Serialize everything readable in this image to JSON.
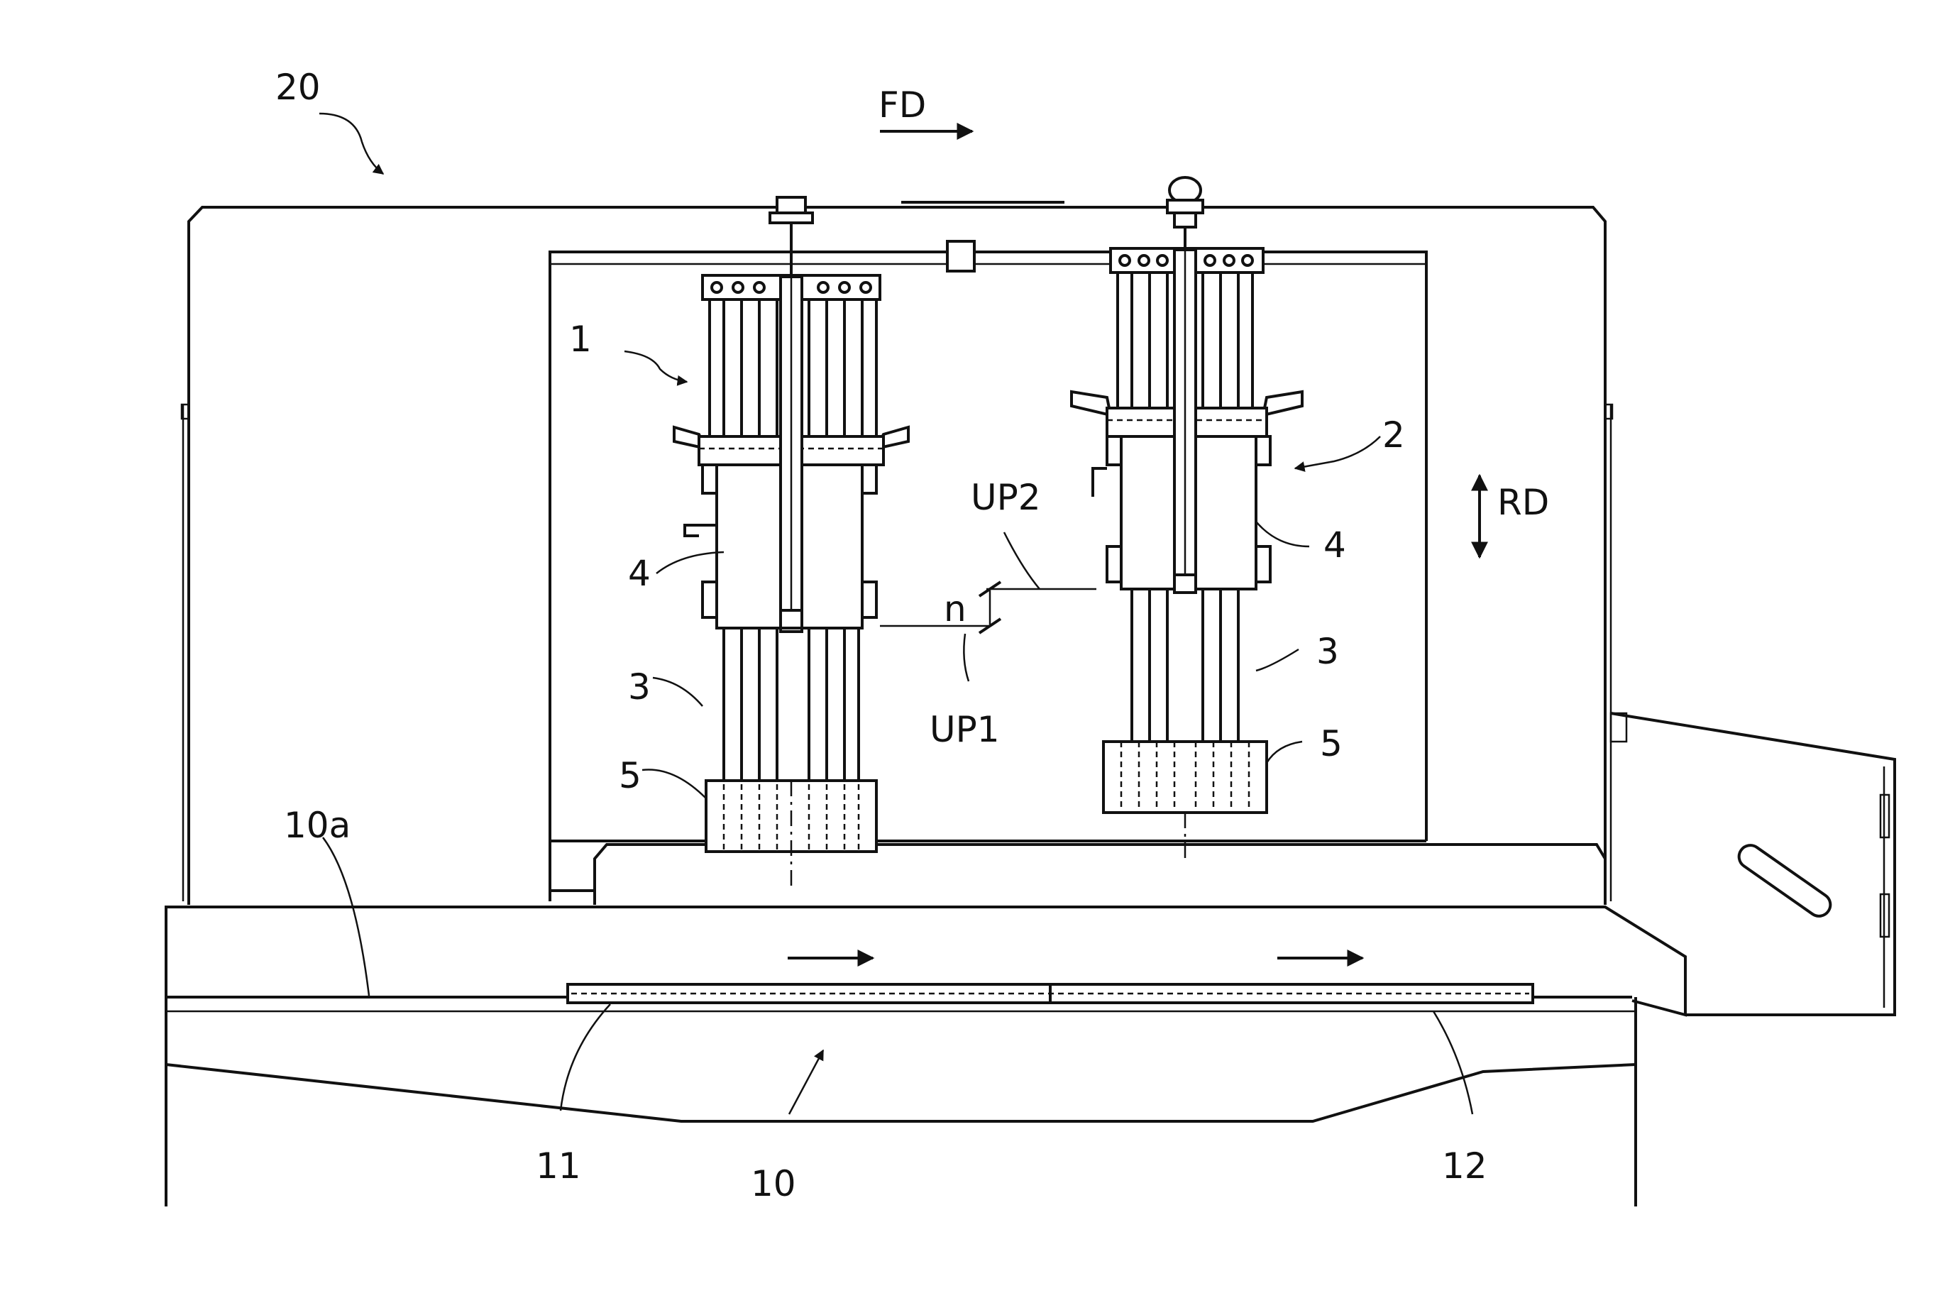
{
  "figure": {
    "labels": {
      "machine": "20",
      "feed_direction": "FD",
      "retract_direction": "RD",
      "unit_1": "1",
      "unit_2": "2",
      "part_4_left": "4",
      "part_4_right": "4",
      "part_3_left": "3",
      "part_3_right": "3",
      "part_5_left": "5",
      "part_5_right": "5",
      "level_up1": "UP1",
      "level_up2": "UP2",
      "offset_n": "n",
      "surface_10a": "10a",
      "bed_10": "10",
      "plate_11": "11",
      "plate_12": "12"
    }
  }
}
